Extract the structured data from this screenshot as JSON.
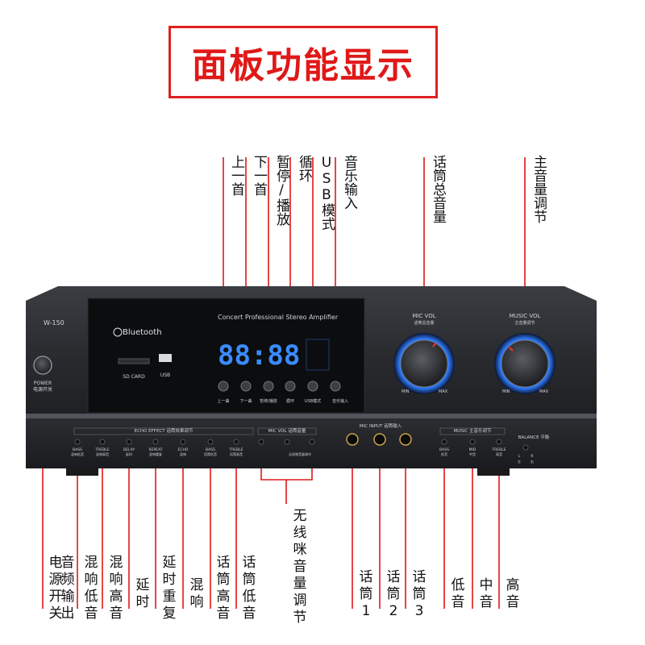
{
  "title": "面板功能显示",
  "top_labels": [
    {
      "id": "prev",
      "text": "上一首"
    },
    {
      "id": "next",
      "text": "下一首"
    },
    {
      "id": "play",
      "text": "暂停/播放"
    },
    {
      "id": "loop",
      "text": "循环"
    },
    {
      "id": "usb",
      "text": "USB模式"
    },
    {
      "id": "music_in",
      "text": "音乐输入"
    },
    {
      "id": "mic_master",
      "text": "话筒总音量"
    },
    {
      "id": "master_vol",
      "text": "主音量调节"
    }
  ],
  "panel": {
    "model": "W-150",
    "bluetooth": "Bluetooth",
    "brand_line": "Concert Professional Stereo Amplifier",
    "display": "88:88",
    "sd_card": "SD CARD",
    "usb": "USB",
    "power": "POWER",
    "power_cn": "电源开关",
    "buttons": [
      "上一曲",
      "下一曲",
      "暂停/播放",
      "循环",
      "USB模式",
      "音乐输入"
    ],
    "mic_vol": "MIC VOL",
    "mic_vol_cn": "话筒总音量",
    "music_vol": "MUSIC VOL",
    "music_vol_cn": "主音量调节",
    "min": "MIN",
    "max": "MAX",
    "echo_effect": "ECHO EFFECT 话筒效果调节",
    "mic_vol2": "MIC VOL 话筒音量",
    "mic_input": "MIC INPUT 话筒输入",
    "music": "MUSIC 主音乐调节",
    "balance": "BALANCE 平衡",
    "wireless": "无线咪音量调节",
    "echo_knobs": [
      "BASS",
      "TREBLE",
      "DELAY",
      "REPEAT",
      "ECHO",
      "BASS",
      "TREBLE"
    ],
    "echo_knobs_cn": [
      "混响低音",
      "混响高音",
      "延时",
      "混响重复",
      "混响",
      "话筒低音",
      "话筒高音"
    ],
    "music_knobs": [
      "BASS",
      "MID",
      "TREBLE"
    ],
    "music_knobs_cn": [
      "低音",
      "中音",
      "高音"
    ],
    "lr": [
      "L",
      "R"
    ],
    "lr_cn": [
      "左",
      "右"
    ]
  },
  "bottom_labels": [
    {
      "id": "power_in",
      "text": "电源开关"
    },
    {
      "id": "music_in2",
      "text": "音频输出"
    },
    {
      "id": "echo_bass",
      "text": "混响低音"
    },
    {
      "id": "echo_treble",
      "text": "混响高音"
    },
    {
      "id": "delay",
      "text": "延时"
    },
    {
      "id": "repeat",
      "text": "延时重复"
    },
    {
      "id": "echo",
      "text": "混响"
    },
    {
      "id": "mic_treble",
      "text": "话筒高音"
    },
    {
      "id": "mic_bass",
      "text": "话筒低音"
    },
    {
      "id": "wireless_vol",
      "text": "无线咪音量调节"
    },
    {
      "id": "mic1",
      "text": "话筒1"
    },
    {
      "id": "mic2",
      "text": "话筒2"
    },
    {
      "id": "mic3",
      "text": "话筒3"
    },
    {
      "id": "bass",
      "text": "低音"
    },
    {
      "id": "mid",
      "text": "中音"
    },
    {
      "id": "treble",
      "text": "高音"
    }
  ]
}
